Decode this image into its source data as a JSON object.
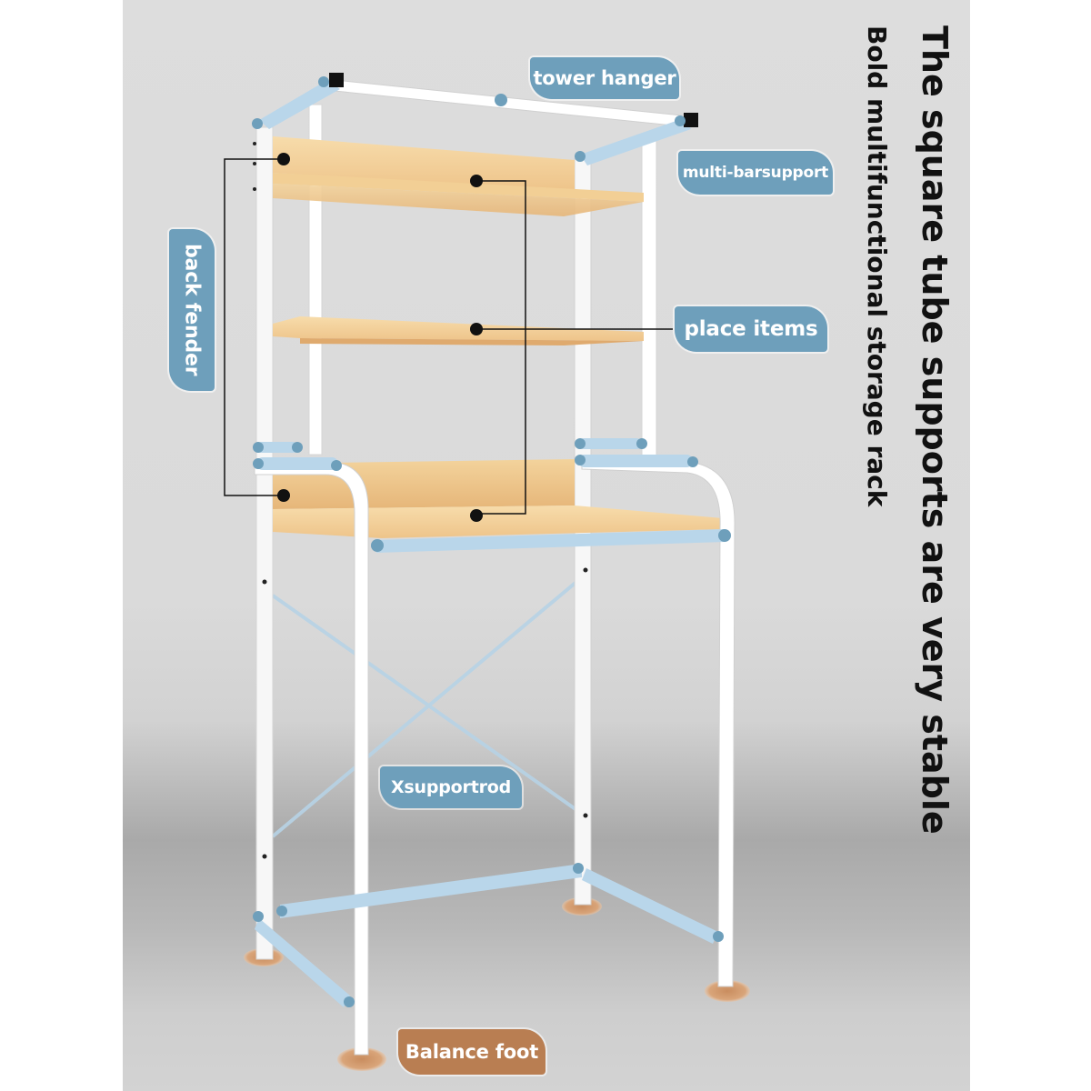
{
  "headline": {
    "line1": "The square tube supports are very stable",
    "line2": "Bold multifunctional storage rack"
  },
  "labels": {
    "tower_hanger": "tower hanger",
    "multi_bar_support": "multi-barsupport",
    "place_items": "place items",
    "back_fender": "back fender",
    "x_support_rod": "Xsupportrod",
    "balance_foot": "Balance foot"
  },
  "colors": {
    "label_blue": "#6e9fbb",
    "label_brown": "#b97e52",
    "wood": "#f0c98a",
    "frame_white": "#ffffff",
    "bar_blue": "#b9d6ea",
    "background_gray": "#dadada"
  }
}
